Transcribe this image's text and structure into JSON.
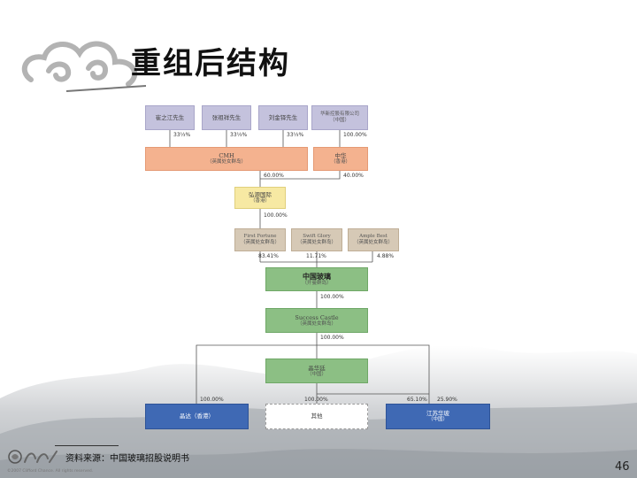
{
  "slide": {
    "title": "重组后结构",
    "source_note": "资料来源：中国玻璃招股说明书",
    "copyright": "©2007 Clifford Chance. All rights reserved.",
    "page_number": "46"
  },
  "org_chart": {
    "top_row": [
      {
        "name": "崔之江先生",
        "pct": "33⅓%"
      },
      {
        "name": "张祖祥先生",
        "pct": "33⅓%"
      },
      {
        "name": "刘金铎先生",
        "pct": "33⅓%"
      },
      {
        "name": "华新控股有限公司",
        "sub": "（中国）",
        "pct": "100.00%"
      }
    ],
    "cmh": {
      "name": "CMH",
      "sub": "（英属处女群岛）",
      "pct": "60.00%"
    },
    "zhongxin": {
      "name": "中华",
      "sub": "（香港）",
      "pct": "40.00%"
    },
    "hongyuan": {
      "name": "弘源国际",
      "sub": "（香港）",
      "pct": "100.00%"
    },
    "mid_row": [
      {
        "name": "First Fortune",
        "sub": "（英属处女群岛）",
        "pct": "83.41%"
      },
      {
        "name": "Swift Glory",
        "sub": "（英属处女群岛）",
        "pct": "11.71%"
      },
      {
        "name": "Ample Best",
        "sub": "（英属处女群岛）",
        "pct": "4.88%"
      }
    ],
    "china_glass": {
      "name": "中国玻璃",
      "sub": "（开曼群岛）",
      "pct": "100.00%"
    },
    "success_castle": {
      "name": "Success Castle",
      "sub": "（英属处女群岛）",
      "pct": "100.00%"
    },
    "jinpinlian": {
      "name": "晶华廷",
      "sub": "（中国）"
    },
    "bottom_row": [
      {
        "name": "晶达（香港）",
        "pct": "100.00%"
      },
      {
        "name": "其他",
        "pct": "100.00%"
      },
      {
        "name": "江苏华玻",
        "sub": "（中国）",
        "pct_a": "65.10%",
        "pct_b": "25.90%"
      }
    ]
  },
  "colors": {
    "person_box": "#c4c2dd",
    "cmh_box": "#f4b28f",
    "hongyuan_box": "#f7e9a3",
    "bvi_box": "#d6c9b6",
    "china_glass_box": "#8cbf84",
    "bottom_box": "#3f69b4"
  }
}
